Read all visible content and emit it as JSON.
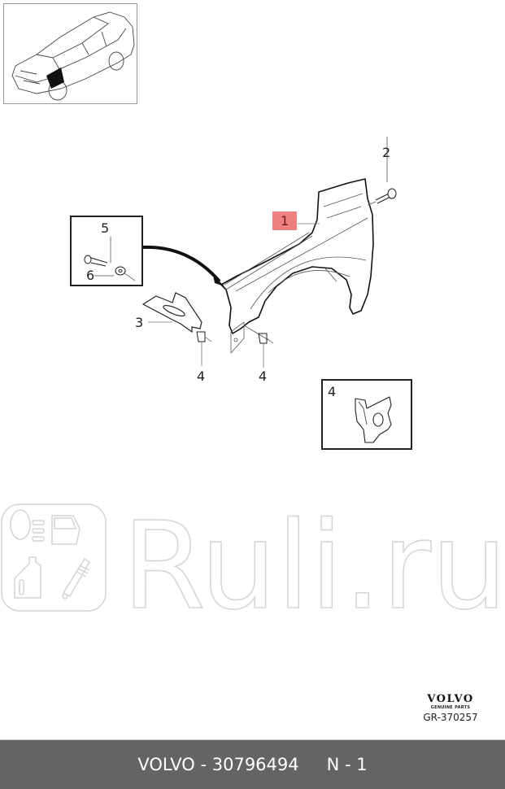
{
  "thumbnail": {
    "description": "SUV overview with front left fender highlighted",
    "icon": "car-overview-icon"
  },
  "diagram": {
    "callouts": [
      {
        "id": "1",
        "label": "1",
        "highlighted": true,
        "highlight_color": "#f08080"
      },
      {
        "id": "2",
        "label": "2"
      },
      {
        "id": "3",
        "label": "3"
      },
      {
        "id": "4a",
        "label": "4"
      },
      {
        "id": "4b",
        "label": "4"
      },
      {
        "id": "5",
        "label": "5"
      },
      {
        "id": "6",
        "label": "6"
      }
    ],
    "insets": [
      {
        "id": "inset-bolt-washer",
        "labels": [
          "5",
          "6"
        ]
      },
      {
        "id": "inset-clip-nut",
        "label": "4"
      }
    ],
    "parts": [
      "fender",
      "bolt",
      "bracket",
      "clip-nut",
      "bolt-with-washer",
      "washer"
    ]
  },
  "watermark": {
    "text": "Ruli.ru",
    "color": "#d6d6d6"
  },
  "brand": {
    "logo": "VOLVO",
    "subtitle": "GENUINE PARTS",
    "code": "GR-370257"
  },
  "footer": {
    "part_label": "VOLVO - 30796494",
    "position_label": "N - 1",
    "background": "#646464"
  }
}
